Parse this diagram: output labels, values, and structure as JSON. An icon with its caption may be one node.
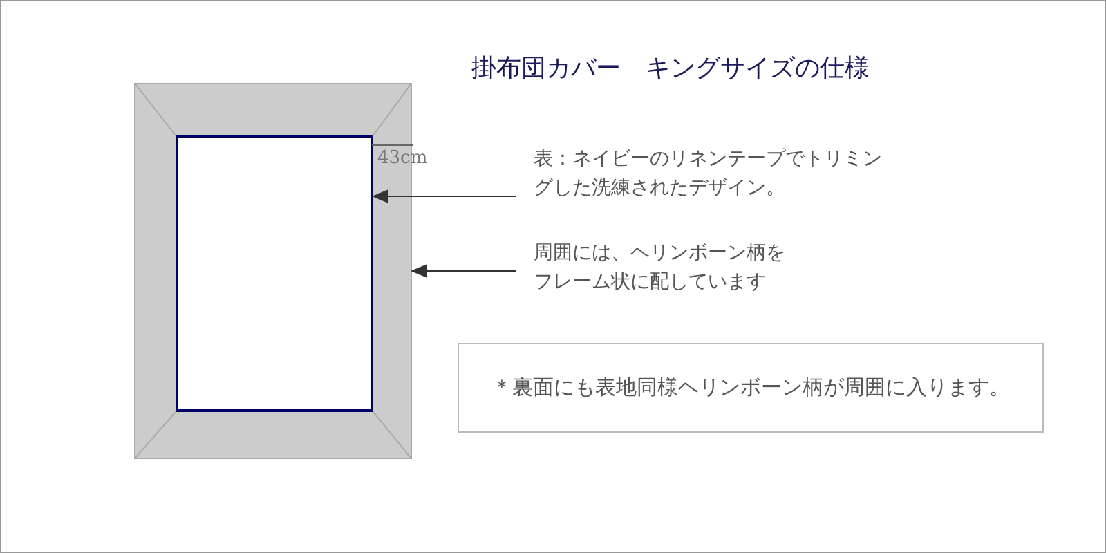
{
  "diagram": {
    "title": "掛布団カバー　キングサイズの仕様",
    "nodes": [
      {
        "text": [],
        "shape": "box"
      },
      {
        "text": [],
        "shape": "box",
        "in": 0
      },
      {
        "text": [
          "表：ネイビーのリネンテープでトリミングした洗練されたデザイン。"
        ]
      },
      {
        "text": [
          "周囲には、ヘリンボーン柄をフレーム状に配しています"
        ]
      },
      {
        "text": [
          "＊裏面にも表地同様ヘリンボーン柄が周囲に入ります。"
        ]
      }
    ],
    "edges": [
      {
        "from": 2,
        "to": 1,
        "arrow": "to"
      },
      {
        "from": 3,
        "to": 0,
        "arrow": "to"
      }
    ],
    "labels": [
      "43cm"
    ]
  }
}
